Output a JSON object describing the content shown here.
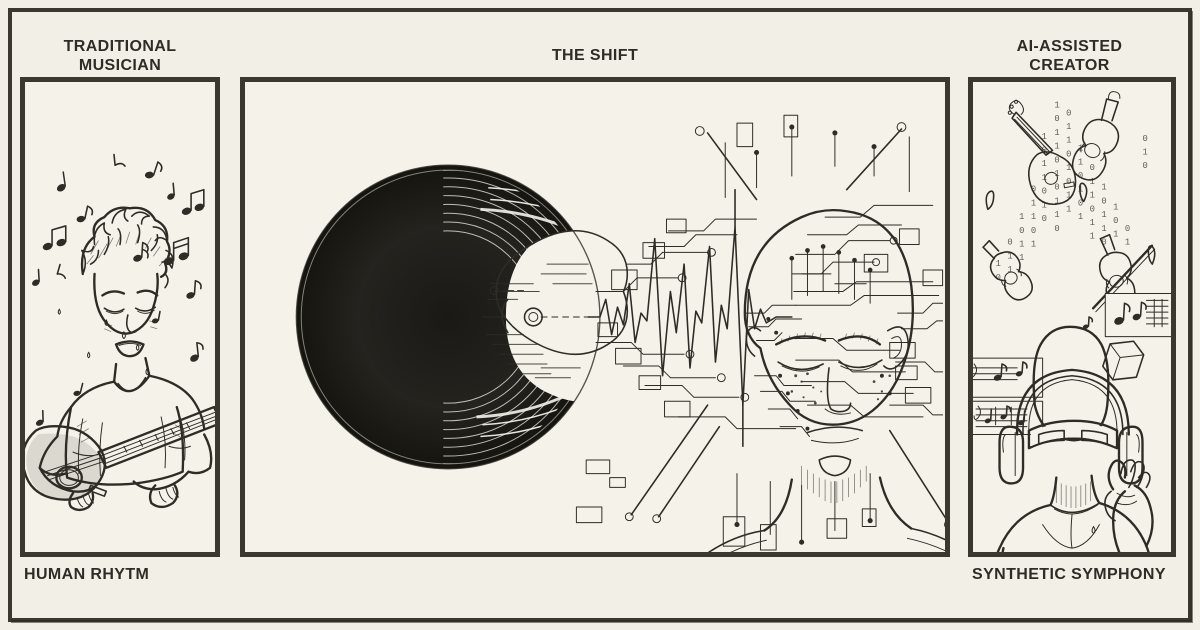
{
  "poster": {
    "background_color": "#f2f0e6",
    "ink_color": "#2e2c26",
    "frame_color": "#3a382f"
  },
  "captions": {
    "left_top": "TRADITIONAL\nMUSICIAN",
    "center_top": "THE SHIFT",
    "right_top": "AI-ASSISTED\nCREATOR",
    "left_bottom": "HUMAN RHYTM",
    "right_bottom": "SYNTHETIC SYMPHONY"
  },
  "panels": {
    "left": {
      "name": "traditional-musician-panel",
      "scene": "manga ink drawing of a sweating young musician with spiky hair playing an acoustic guitar, surrounded by floating music notes",
      "elements": [
        "musician-figure",
        "acoustic-guitar",
        "music-notes",
        "sweat-drops"
      ]
    },
    "center": {
      "name": "the-shift-panel",
      "scene": "a black vinyl record whose label morphs into a guitar body, emitting an audio waveform that becomes circuit traces feeding a cybernetic human head",
      "elements": [
        "vinyl-record",
        "guitar-body-morph",
        "audio-waveform",
        "circuit-traces",
        "cyborg-head"
      ]
    },
    "right": {
      "name": "ai-assisted-creator-panel",
      "scene": "a faceless figure wearing headphones and a visor, gesturing at floating holographic sheet-music panels while instruments and binary digits rain down",
      "elements": [
        "creator-figure",
        "headphones",
        "visor",
        "floating-guitar",
        "floating-violins",
        "binary-rain",
        "sheet-music-holograms",
        "music-notes"
      ]
    }
  }
}
